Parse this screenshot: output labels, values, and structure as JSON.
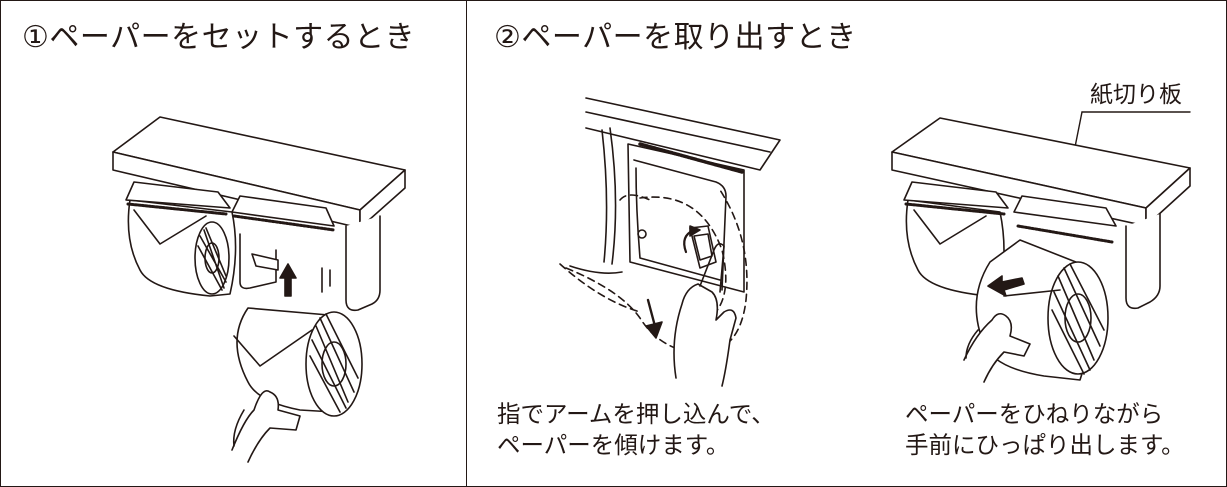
{
  "section_set": {
    "heading": "①ペーパーをセットするとき"
  },
  "section_remove": {
    "heading": "②ペーパーを取り出すとき",
    "step1_caption": [
      "指でアームを押し込んで、",
      "ペーパーを傾けます。"
    ],
    "step2_caption": [
      "ペーパーをひねりながら",
      "手前にひっぱり出します。"
    ],
    "callout_label": "紙切り板"
  }
}
